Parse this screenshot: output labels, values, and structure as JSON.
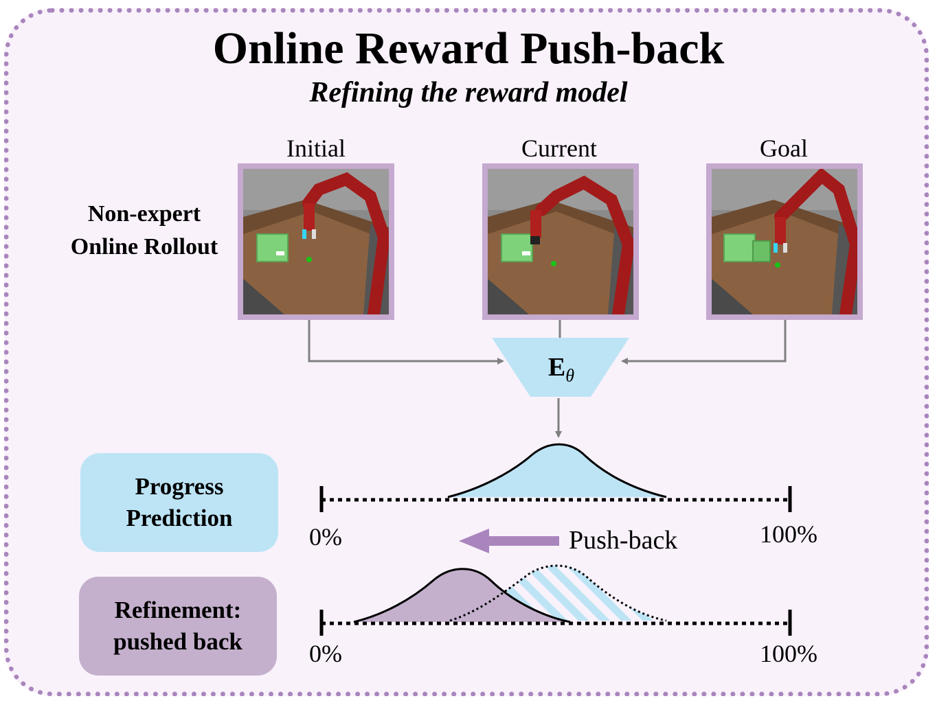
{
  "header": {
    "title": "Online Reward Push-back",
    "subtitle": "Refining the reward model"
  },
  "rollout": {
    "label": "Non-expert Online Rollout",
    "frames": [
      {
        "label": "Initial"
      },
      {
        "label": "Current"
      },
      {
        "label": "Goal"
      }
    ]
  },
  "encoder": {
    "symbol": "E",
    "subscript": "θ"
  },
  "progress_prediction": {
    "label": "Progress\nPrediction",
    "axis_min": "0%",
    "axis_max": "100%",
    "peak": 0.5
  },
  "pushback": {
    "label": "Push-back"
  },
  "refinement": {
    "label": "Refinement:\npushed back",
    "axis_min": "0%",
    "axis_max": "100%",
    "peak": 0.3
  },
  "colors": {
    "border": "#a985bd",
    "background": "#f9f2fb",
    "encoder": "#bde4f5",
    "progress": "#bde4f5",
    "refinement": "#c4b0cd",
    "arrow": "#a985bd",
    "connector": "#808080"
  }
}
